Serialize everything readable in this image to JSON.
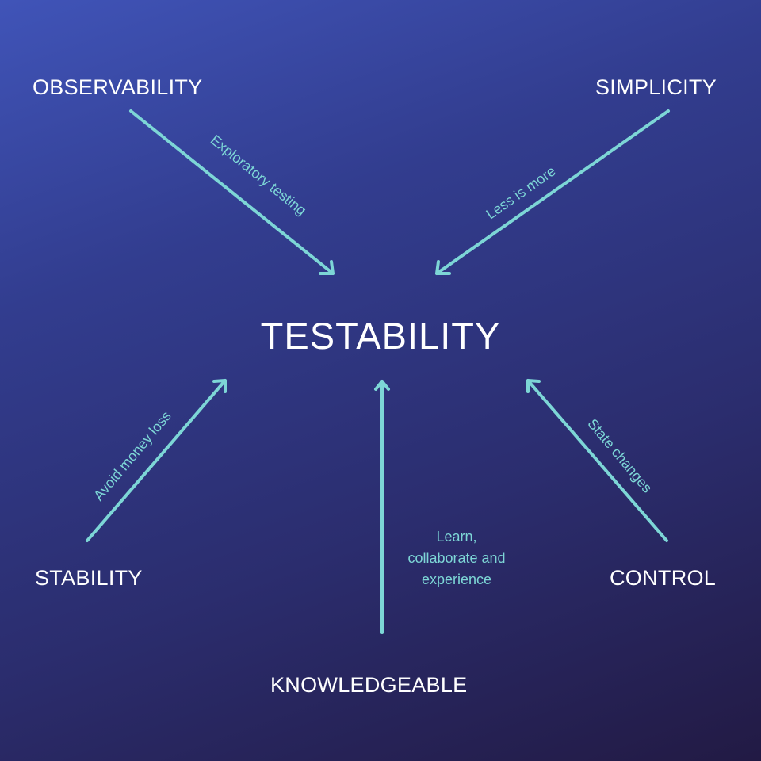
{
  "center": {
    "title": "TESTABILITY"
  },
  "nodes": {
    "observability": "OBSERVABILITY",
    "simplicity": "SIMPLICITY",
    "stability": "STABILITY",
    "control": "CONTROL",
    "knowledgeable": "KNOWLEDGEABLE"
  },
  "edge_labels": {
    "observability": "Exploratory testing",
    "simplicity": "Less is more",
    "stability": "Avoid money loss",
    "control": "State changes",
    "knowledgeable": [
      "Learn,",
      "collaborate and",
      "experience"
    ]
  },
  "colors": {
    "arrow": "#7dd6d6",
    "text": "#ffffff",
    "background_top": "#4054b8",
    "background_bottom": "#221a44"
  }
}
